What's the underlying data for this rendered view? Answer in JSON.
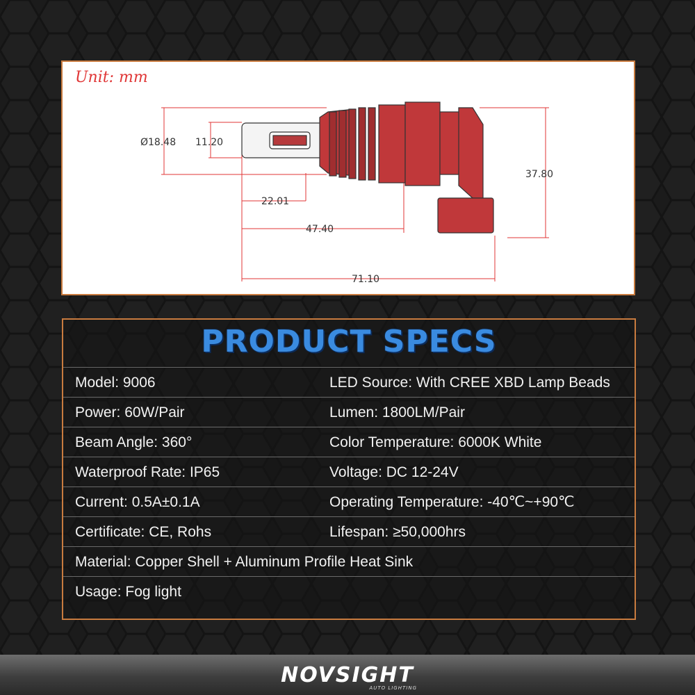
{
  "diagram": {
    "unit_label": "Unit: mm",
    "dimensions": {
      "diameter": "Ø18.48",
      "height_small": "11.20",
      "height_total": "37.80",
      "length_1": "22.01",
      "length_2": "47.40",
      "length_total": "71.10"
    }
  },
  "specs": {
    "title": "PRODUCT SPECS",
    "rows": [
      {
        "left": "Model: 9006",
        "right": "LED Source: With CREE XBD Lamp Beads"
      },
      {
        "left": "Power: 60W/Pair",
        "right": "Lumen: 1800LM/Pair"
      },
      {
        "left": "Beam Angle: 360°",
        "right": "Color Temperature: 6000K White"
      },
      {
        "left": "Waterproof Rate: IP65",
        "right": "Voltage: DC 12-24V"
      },
      {
        "left": "Current: 0.5A±0.1A",
        "right": "Operating Temperature: -40℃~+90℃"
      },
      {
        "left": "Certificate: CE, Rohs",
        "right": "Lifespan: ≥50,000hrs"
      },
      {
        "left": "Material: Copper Shell + Aluminum Profile Heat Sink",
        "right": ""
      },
      {
        "left": "Usage: Fog light",
        "right": ""
      }
    ]
  },
  "brand": {
    "logo": "NOVSIGHT",
    "tagline": "AUTO LIGHTING"
  },
  "colors": {
    "accent_border": "#c97b3f",
    "title_blue": "#3a8be0",
    "dimension_red": "#e03636",
    "bulb_red": "#c0383a"
  }
}
